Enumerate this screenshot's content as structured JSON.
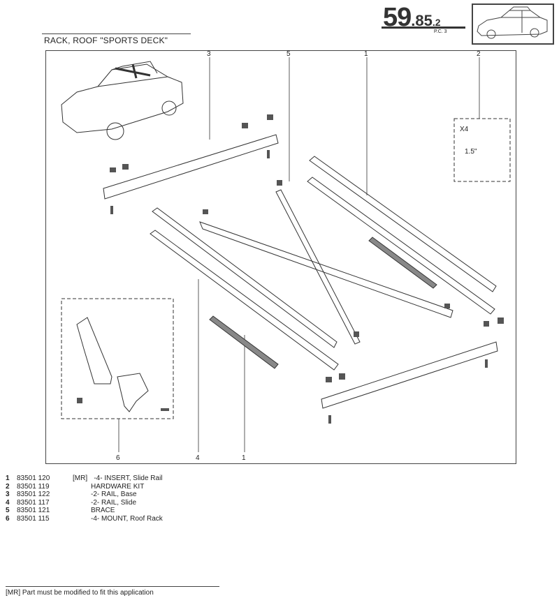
{
  "header": {
    "page_major": "59",
    "page_minor": ".85",
    "page_sub": ".2",
    "pc_label": "P.C. 3",
    "title": "RACK, ROOF \"SPORTS DECK\""
  },
  "diagram": {
    "callouts_top": [
      "3",
      "5",
      "1",
      "2"
    ],
    "callouts_bottom": [
      "6",
      "4",
      "1"
    ],
    "hardware_qty": "X4",
    "hardware_dim": "1.5\""
  },
  "parts": [
    {
      "num": "1",
      "part_no": "83501 120",
      "note": "[MR]",
      "desc": "-4- INSERT, Slide Rail"
    },
    {
      "num": "2",
      "part_no": "83501 119",
      "note": "",
      "desc": "HARDWARE KIT"
    },
    {
      "num": "3",
      "part_no": "83501 122",
      "note": "",
      "desc": "-2- RAIL, Base"
    },
    {
      "num": "4",
      "part_no": "83501 117",
      "note": "",
      "desc": "-2- RAIL, Slide"
    },
    {
      "num": "5",
      "part_no": "83501 121",
      "note": "",
      "desc": "BRACE"
    },
    {
      "num": "6",
      "part_no": "83501 115",
      "note": "",
      "desc": "-4- MOUNT, Roof Rack"
    }
  ],
  "footnote": "[MR] Part must be modified to fit this application"
}
